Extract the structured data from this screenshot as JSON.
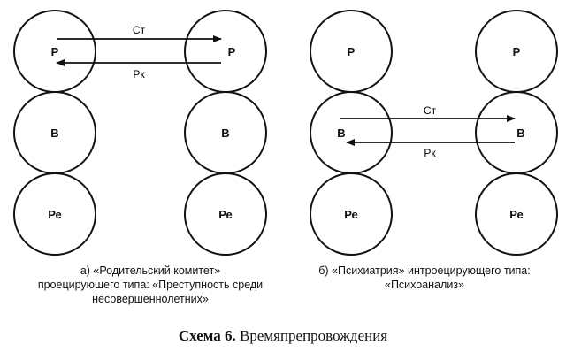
{
  "diagram_a": {
    "left_states": [
      "Р",
      "В",
      "Ре"
    ],
    "right_states": [
      "Р",
      "В",
      "Ре"
    ],
    "arrow_top_label": "Ст",
    "arrow_bottom_label": "Рк",
    "caption_lines": [
      "а) «Родительский комитет»",
      "проецирующего типа: «Преступность среди",
      "несовершеннолетних»"
    ]
  },
  "diagram_b": {
    "left_states": [
      "Р",
      "В",
      "Ре"
    ],
    "right_states": [
      "Р",
      "В",
      "Ре"
    ],
    "arrow_top_label": "Ст",
    "arrow_bottom_label": "Рк",
    "caption_lines": [
      "б) «Психиатрия» интроецирующего типа:",
      "«Психоанализ»"
    ]
  },
  "figure_title": {
    "label": "Схема 6.",
    "text": "Времяпрепровождения"
  }
}
